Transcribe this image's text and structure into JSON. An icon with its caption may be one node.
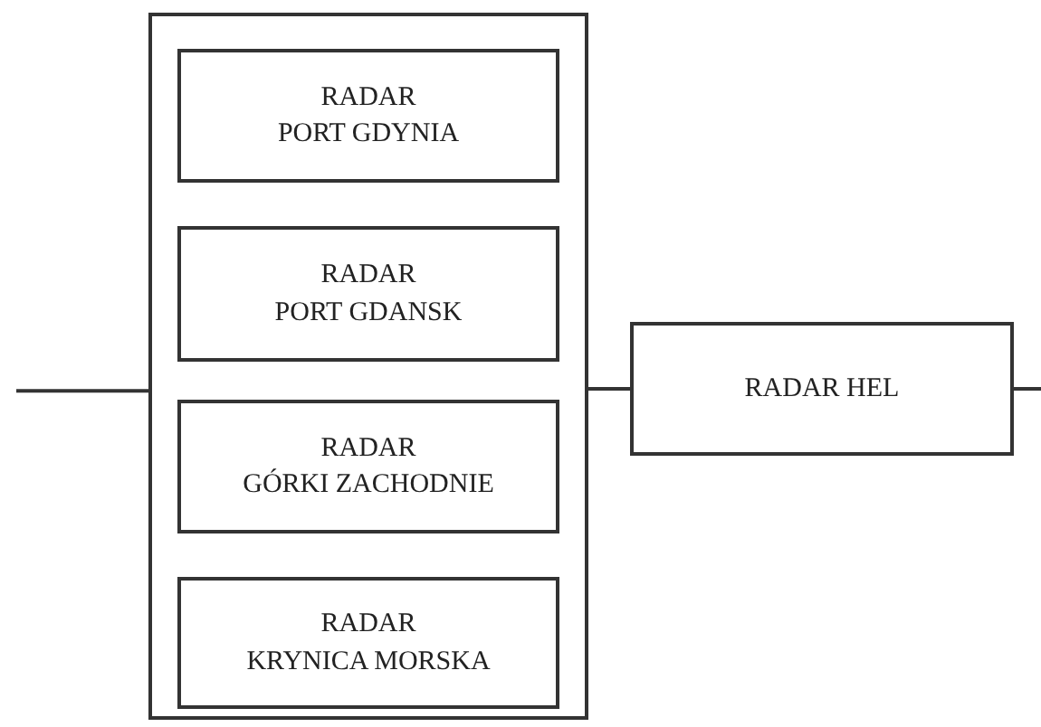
{
  "diagram": {
    "nodes": [
      {
        "text": [],
        "shape": "box"
      },
      {
        "text": [
          "RADAR",
          "PORT GDYNIA"
        ],
        "in": 0
      },
      {
        "text": [
          "RADAR",
          "PORT GDANSK"
        ],
        "in": 0
      },
      {
        "text": [
          "RADAR",
          "GÓRKI ZACHODNIE"
        ],
        "in": 0
      },
      {
        "text": [
          "RADAR",
          "KRYNICA MORSKA"
        ],
        "in": 0
      },
      {
        "text": [
          "RADAR HEL"
        ]
      }
    ],
    "edges": [
      {
        "from": null,
        "to": 0,
        "arrow": "none"
      },
      {
        "from": 0,
        "to": 5,
        "arrow": "none"
      },
      {
        "from": 5,
        "to": null,
        "arrow": "none"
      }
    ]
  }
}
